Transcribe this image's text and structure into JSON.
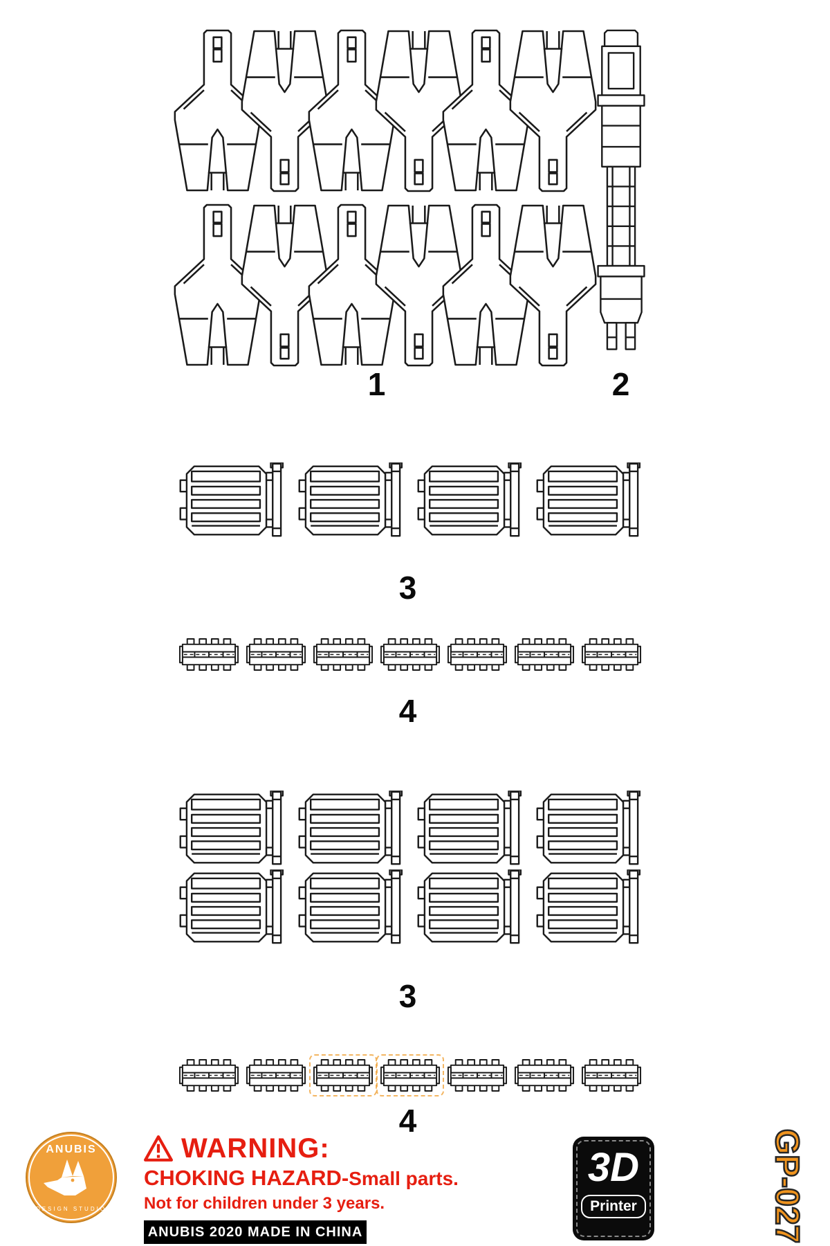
{
  "colors": {
    "warning_red": "#e61e10",
    "brand_orange": "#f0941e",
    "line_dark": "#1a1a1a"
  },
  "parts": {
    "groups": [
      {
        "id": "group-1",
        "label": "1",
        "part_type": "y-clip",
        "total": 12,
        "rows": [
          6,
          6
        ]
      },
      {
        "id": "group-2",
        "label": "2",
        "part_type": "telescopic-arm",
        "total": 1,
        "rows": [
          1
        ]
      },
      {
        "id": "group-3a",
        "label": "3",
        "part_type": "grille-box",
        "total": 4,
        "rows": [
          4
        ]
      },
      {
        "id": "group-4a",
        "label": "4",
        "part_type": "link-plate",
        "total": 7,
        "rows": [
          7
        ]
      },
      {
        "id": "group-3b",
        "label": "3",
        "part_type": "grille-box",
        "total": 8,
        "rows": [
          4,
          4
        ]
      },
      {
        "id": "group-4b",
        "label": "4",
        "part_type": "link-plate",
        "total": 7,
        "rows": [
          7
        ],
        "highlight": [
          2,
          3
        ]
      }
    ]
  },
  "footer": {
    "logo_brand": "ANUBIS",
    "logo_sub": "DESIGN STUDIO",
    "warning_title": "WARNING:",
    "hazard_bold": "CHOKING HAZARD-",
    "hazard_rest": "Small parts.",
    "age_line": "Not for children under 3 years.",
    "made_line": "ANUBIS 2020 MADE IN CHINA",
    "badge_3d": "3D",
    "badge_printer": "Printer",
    "product_code": "GP-027"
  }
}
